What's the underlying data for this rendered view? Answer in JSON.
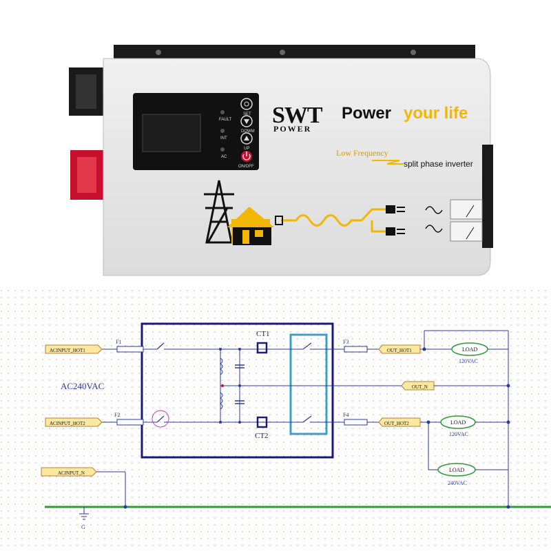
{
  "device": {
    "indicators": {
      "fault": "FAULT",
      "inverter": "INT",
      "ac": "AC"
    },
    "buttons": {
      "set": "SET",
      "down": "DOWM",
      "up": "UP",
      "power": "ON/OFF"
    },
    "brand_line1": "SWT",
    "brand_line2": "POWER",
    "tagline_part1": "Power",
    "tagline_part2": "your life",
    "subtitle_frequency": "Low Frequency",
    "subtitle_type": "split phase inverter",
    "colors": {
      "accent_yellow": "#f2b705",
      "body_grey": "#e6e6e6",
      "panel_black": "#111111",
      "red_terminal": "#c8102e"
    }
  },
  "schematic": {
    "ports": {
      "in_hot1": "ACINPUT_HOT1",
      "in_hot2": "ACINPUT_HOT2",
      "in_n": "ACINPUT_N",
      "out_hot1": "OUT_HOT1",
      "out_n": "OUT_N",
      "out_hot2": "OUT_HOT2"
    },
    "fuses": {
      "f1": "F1",
      "f2": "F2",
      "f3": "F3",
      "f4": "F4"
    },
    "ct1": "CT1",
    "ct2": "CT2",
    "input_voltage": "AC240VAC",
    "ground": "G",
    "loads": [
      {
        "label": "LOAD",
        "voltage": "120VAC"
      },
      {
        "label": "LOAD",
        "voltage": "120VAC"
      },
      {
        "label": "LOAD",
        "voltage": "240VAC"
      }
    ],
    "colors": {
      "wire": "#2a3a9a",
      "box": "#1a1a7a",
      "relay": "#3aa0c8",
      "ground_bus": "#2e9a3a",
      "port_fill": "#fde8a0",
      "load": "#2e9a3a",
      "grid_dot": "#d4a890"
    }
  }
}
